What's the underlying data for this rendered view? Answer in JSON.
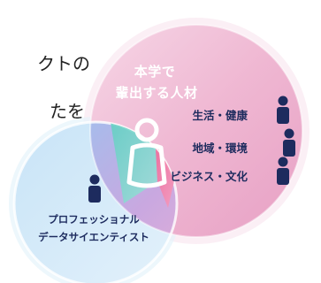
{
  "background_text": {
    "line1": "クトの",
    "line2": "たを"
  },
  "center": {
    "line1": "本学で",
    "line2": "輩出する人材"
  },
  "roles": [
    {
      "label": "生活・健康"
    },
    {
      "label": "地域・環境"
    },
    {
      "label": "ビジネス・文化"
    }
  ],
  "professional": {
    "line1": "プロフェッショナル",
    "line2": "データサイエンティスト"
  },
  "colors": {
    "navy": "#1d2b5e",
    "pink": "#e9a8c7",
    "blue": "#9ecdf0",
    "teal": "#6fd3c3"
  }
}
